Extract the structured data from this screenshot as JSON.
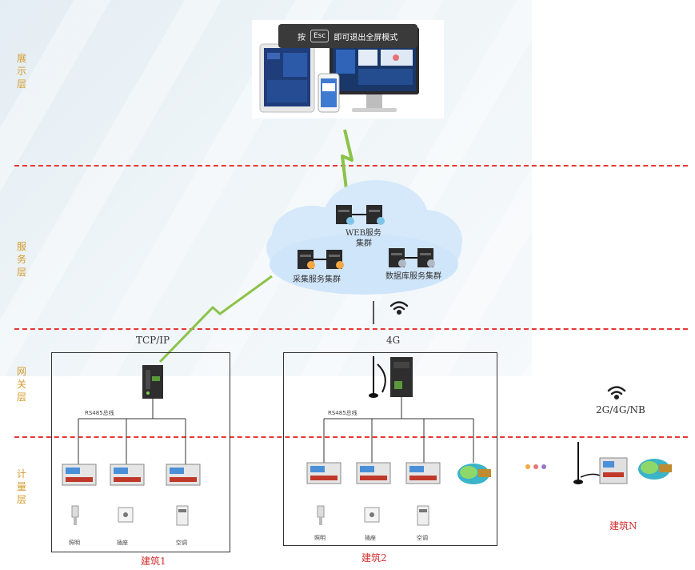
{
  "layers": {
    "display": [
      "展",
      "示",
      "层"
    ],
    "service": [
      "服",
      "务",
      "层"
    ],
    "gateway": [
      "网",
      "关",
      "层"
    ],
    "meter": [
      "计",
      "量",
      "层"
    ]
  },
  "overlay": {
    "press": "按",
    "key": "Esc",
    "hint": "即可退出全屏模式"
  },
  "cloud": {
    "web": "WEB服务",
    "web2": "集群",
    "collect": "采集服务集群",
    "db": "数据库服务集群"
  },
  "links": {
    "tcp": "TCP/IP",
    "g4": "4G",
    "wireless": "2G/4G/NB"
  },
  "bus": {
    "b1": "RS485总线",
    "b2": "RS485总线"
  },
  "loads": {
    "light": "照明",
    "socket": "插座",
    "ac": "空调"
  },
  "buildings": {
    "b1": "建筑1",
    "b2": "建筑2",
    "bn": "建筑N"
  },
  "colors": {
    "dash": "#e53935",
    "layer_label": "#d49a2a",
    "bolt": "#8bc34a",
    "building": "#d32f2f"
  }
}
